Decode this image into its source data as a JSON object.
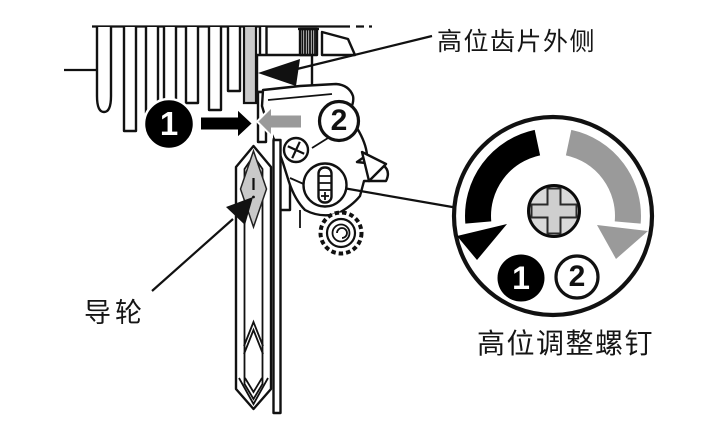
{
  "labels": {
    "high_sprocket_outside": "高位齿片外侧",
    "guide_pulley": "导轮",
    "high_adjust_screw": "高位调整螺钉"
  },
  "markers": {
    "one": "1",
    "two": "2"
  },
  "colors": {
    "background": "#ffffff",
    "line": "#111111",
    "badge_black": "#000000",
    "arrow_gray": "#9a9a9a",
    "highlight_gray": "#c9c9c9",
    "screw_head_gray": "#d9d9d9"
  }
}
